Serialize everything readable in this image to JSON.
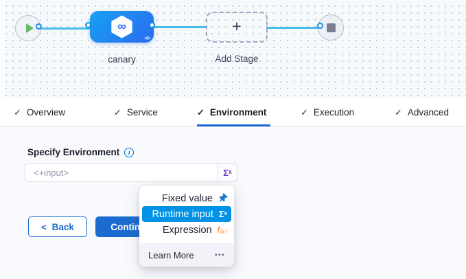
{
  "canvas": {
    "stage_name": "canary",
    "add_stage_label": "Add Stage"
  },
  "tabs": [
    {
      "label": "Overview",
      "active": false
    },
    {
      "label": "Service",
      "active": false
    },
    {
      "label": "Environment",
      "active": true
    },
    {
      "label": "Execution",
      "active": false
    },
    {
      "label": "Advanced",
      "active": false
    }
  ],
  "environment": {
    "label": "Specify Environment",
    "input_value": "<+input>"
  },
  "buttons": {
    "back": "Back",
    "continue": "Continue"
  },
  "dropdown": {
    "options": [
      {
        "label": "Fixed value",
        "icon": "pin-icon"
      },
      {
        "label": "Runtime input",
        "icon": "sigma-icon",
        "selected": true
      },
      {
        "label": "Expression",
        "icon": "fx-icon"
      }
    ],
    "footer": {
      "learn_more": "Learn More"
    }
  },
  "icons": {
    "check": "✓",
    "info": "i",
    "plus": "+",
    "infinity": "∞",
    "code": "</>",
    "sigma_sup": "Σˣ",
    "fx": "f₍ₓ₎",
    "dots": "•••",
    "back_chevron": "<"
  },
  "colors": {
    "primary_blue": "#1b6bd0",
    "highlight_blue": "#0092e4",
    "link_blue": "#45bdeb",
    "node_gradient_start": "#17a2f2",
    "node_gradient_end": "#2a6bee",
    "sigma_purple": "#6938c0",
    "fx_orange": "#ff7b26",
    "play_green": "#66b96a",
    "content_bg": "#f8fafd"
  }
}
